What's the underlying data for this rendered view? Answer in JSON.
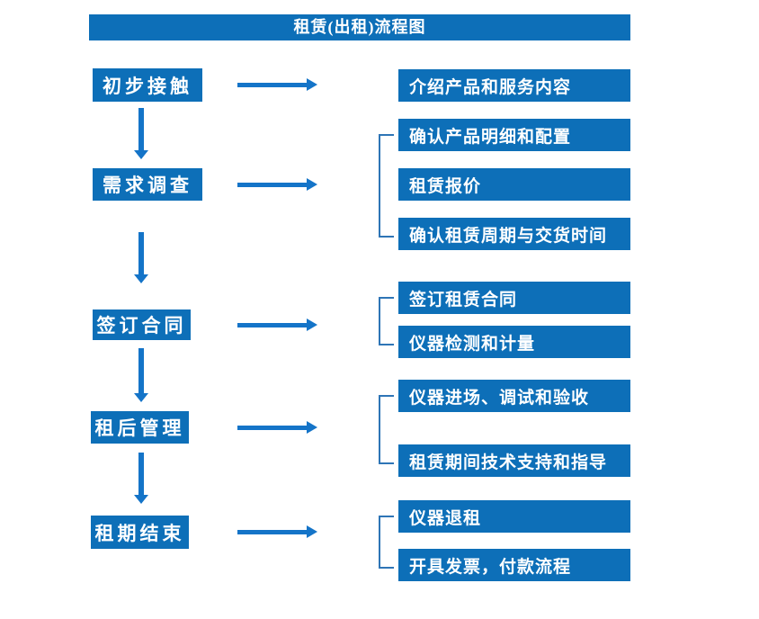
{
  "flowchart": {
    "title": "租赁(出租)流程图",
    "colors": {
      "box_blue": "#0d6fb8",
      "arrow_blue": "#1474c8",
      "bracket_blue": "#2e75b6",
      "text": "#ffffff",
      "background": "#ffffff"
    },
    "stages": [
      {
        "label": "初步接触"
      },
      {
        "label": "需求调查"
      },
      {
        "label": "签订合同"
      },
      {
        "label": "租后管理"
      },
      {
        "label": "租期结束"
      }
    ],
    "details": [
      {
        "label": "介绍产品和服务内容",
        "stage": "初步接触"
      },
      {
        "label": "确认产品明细和配置",
        "stage": "需求调查"
      },
      {
        "label": "租赁报价",
        "stage": "需求调查"
      },
      {
        "label": "确认租赁周期与交货时间",
        "stage": "需求调查"
      },
      {
        "label": "签订租赁合同",
        "stage": "签订合同"
      },
      {
        "label": "仪器检测和计量",
        "stage": "签订合同"
      },
      {
        "label": "仪器进场、调试和验收",
        "stage": "租后管理"
      },
      {
        "label": "租赁期间技术支持和指导",
        "stage": "租后管理"
      },
      {
        "label": "仪器退租",
        "stage": "租期结束"
      },
      {
        "label": "开具发票，付款流程",
        "stage": "租期结束"
      }
    ]
  }
}
